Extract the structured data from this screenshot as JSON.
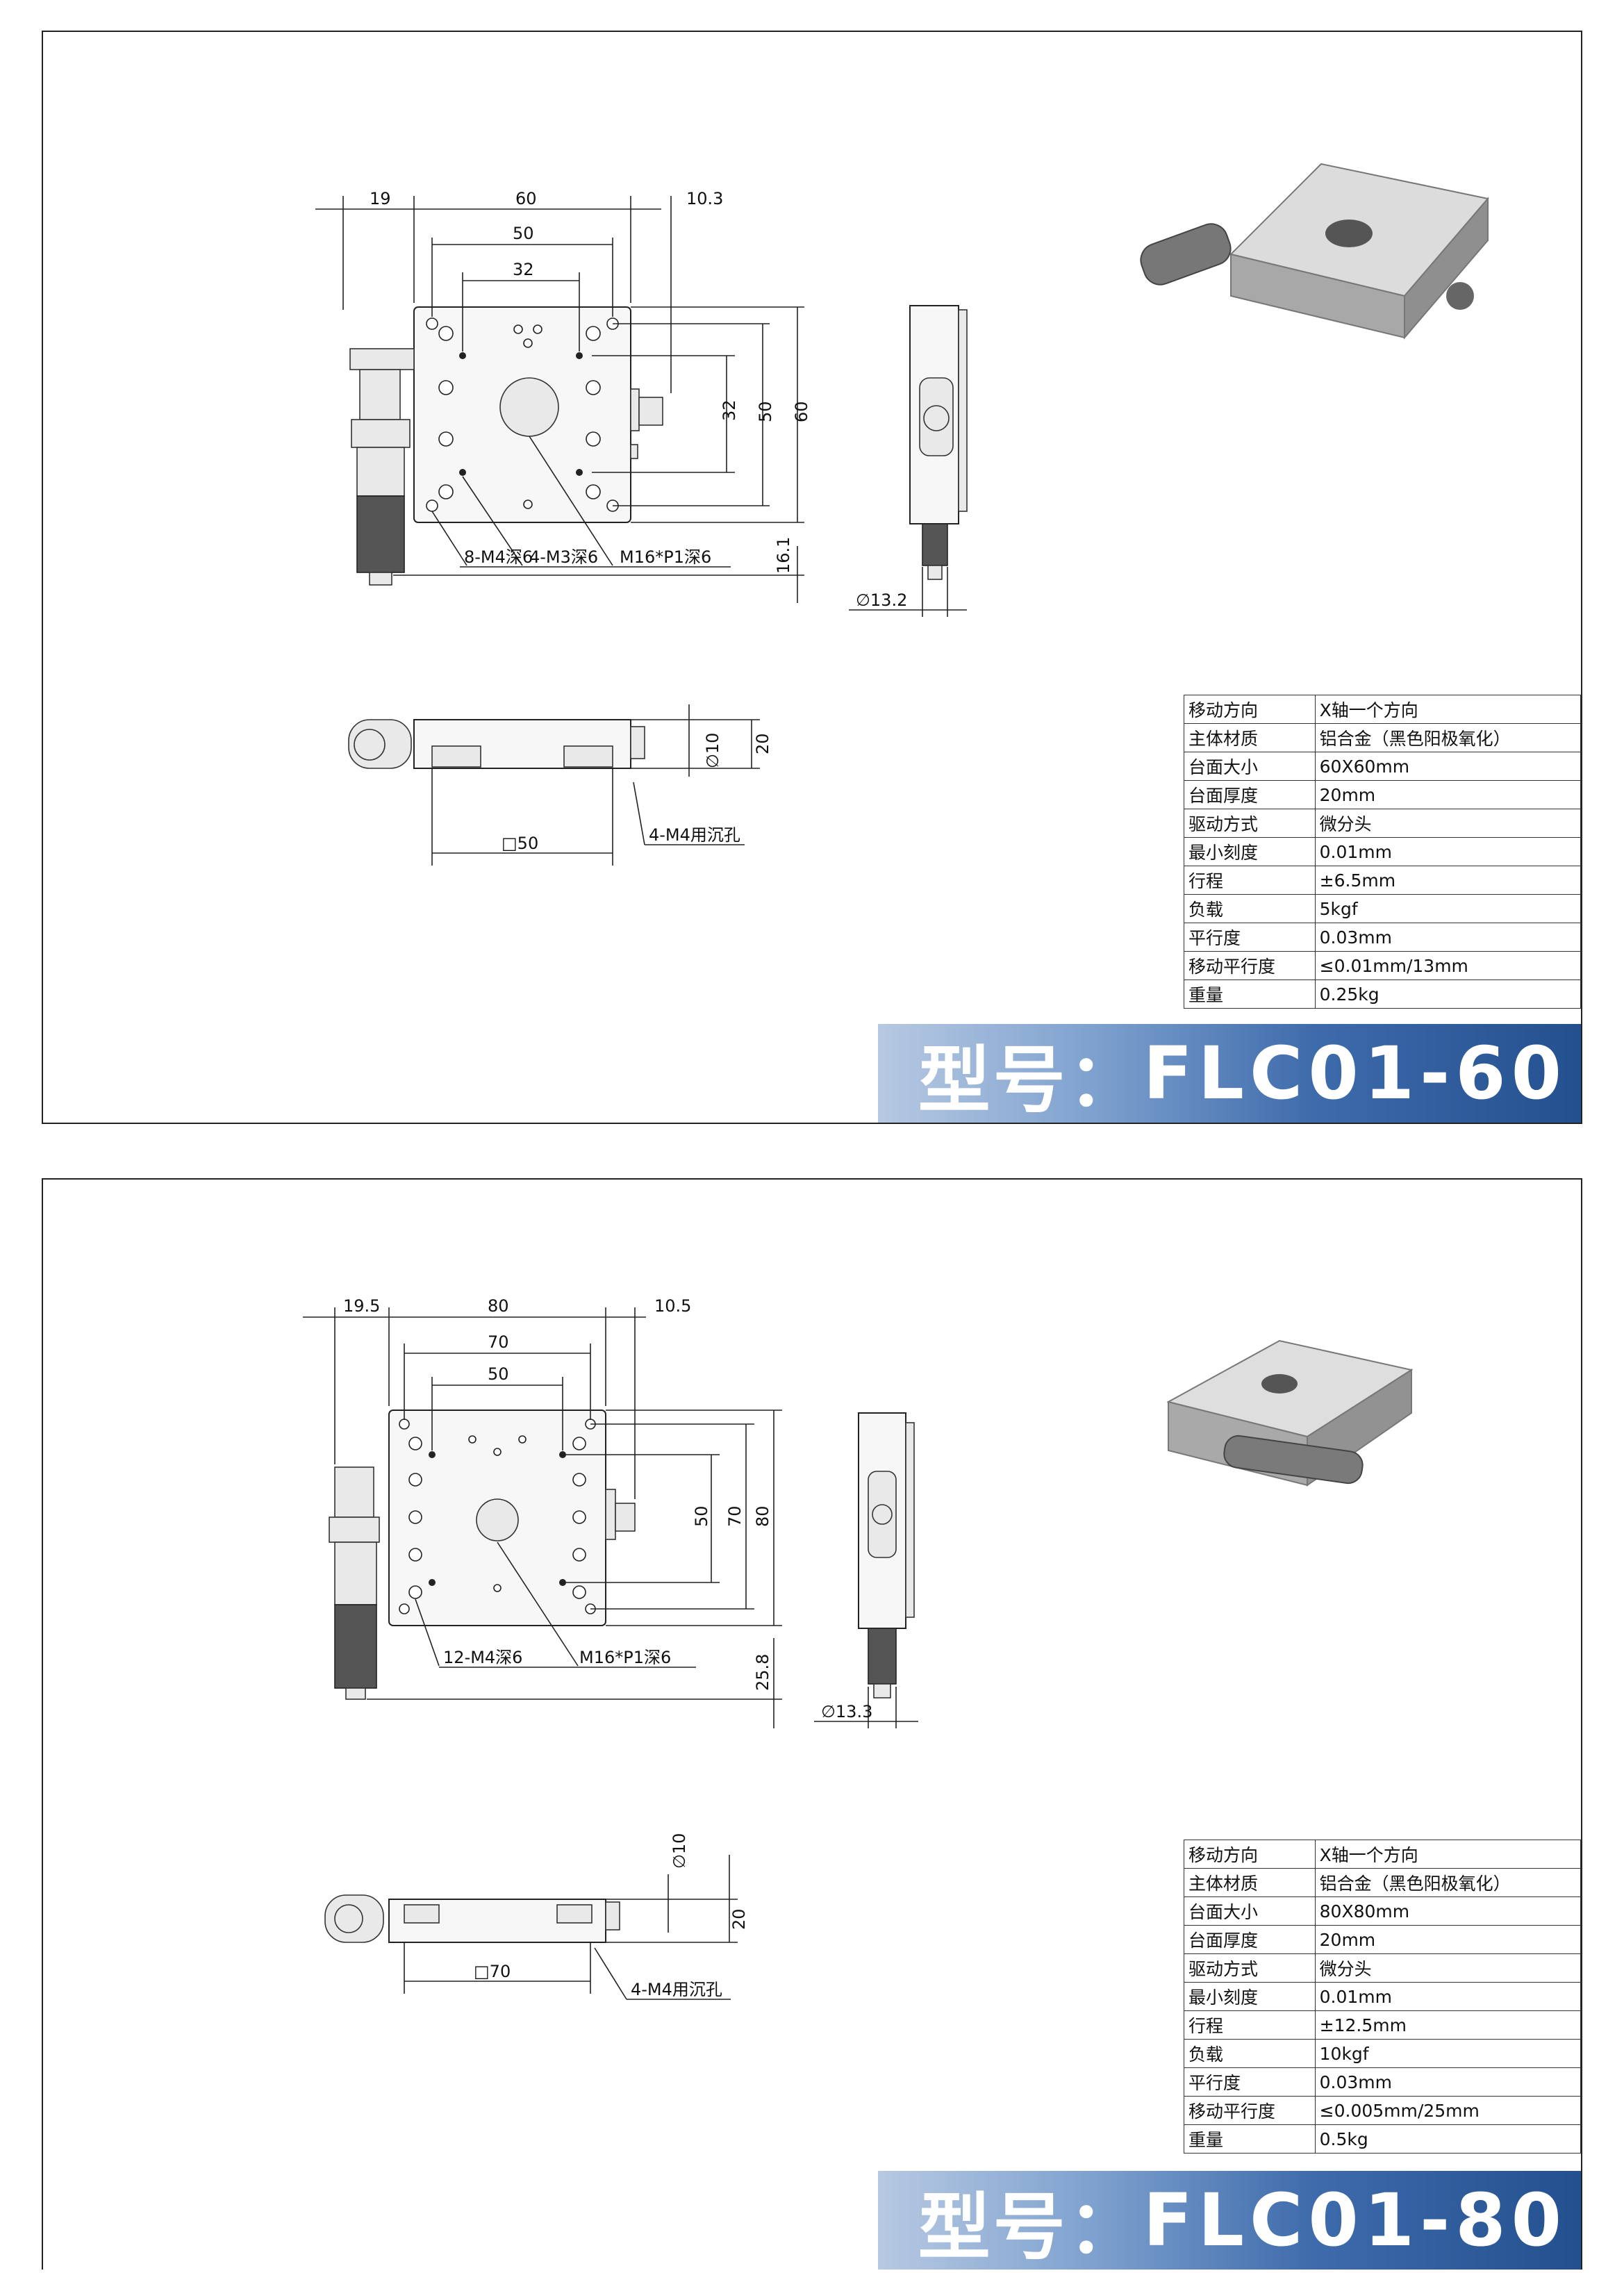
{
  "sheets": [
    {
      "model_label": "型号：",
      "model_code": "FLC01-60",
      "dims": {
        "left_offset": "19",
        "width": "60",
        "right_offset": "10.3",
        "hole_span_a": "50",
        "hole_span_b": "32",
        "side_32": "32",
        "side_50": "50",
        "side_60": "60",
        "side_bottom": "16.1",
        "knob_dia": "∅13.2",
        "shaft_dia": "∅10",
        "height": "20",
        "mount_square": "□50"
      },
      "callouts": [
        "8-M4深6",
        "4-M3深6",
        "M16*P1深6",
        "4-M4用沉孔"
      ],
      "specs": [
        {
          "key": "移动方向",
          "value": "X轴一个方向"
        },
        {
          "key": "主体材质",
          "value": "铝合金（黑色阳极氧化）"
        },
        {
          "key": "台面大小",
          "value": "60X60mm"
        },
        {
          "key": "台面厚度",
          "value": "20mm"
        },
        {
          "key": "驱动方式",
          "value": "微分头"
        },
        {
          "key": "最小刻度",
          "value": "0.01mm"
        },
        {
          "key": "行程",
          "value": "±6.5mm"
        },
        {
          "key": "负载",
          "value": "5kgf"
        },
        {
          "key": "平行度",
          "value": "0.03mm"
        },
        {
          "key": "移动平行度",
          "value": "≤0.01mm/13mm"
        },
        {
          "key": "重量",
          "value": "0.25kg"
        }
      ]
    },
    {
      "model_label": "型号：",
      "model_code": "FLC01-80",
      "dims": {
        "left_offset": "19.5",
        "width": "80",
        "right_offset": "10.5",
        "hole_span_a": "70",
        "hole_span_b": "50",
        "side_50": "50",
        "side_70": "70",
        "side_80": "80",
        "side_bottom": "25.8",
        "knob_dia": "∅13.3",
        "shaft_dia": "∅10",
        "height": "20",
        "mount_square": "□70"
      },
      "callouts": [
        "12-M4深6",
        "M16*P1深6",
        "4-M4用沉孔"
      ],
      "specs": [
        {
          "key": "移动方向",
          "value": "X轴一个方向"
        },
        {
          "key": "主体材质",
          "value": "铝合金（黑色阳极氧化）"
        },
        {
          "key": "台面大小",
          "value": "80X80mm"
        },
        {
          "key": "台面厚度",
          "value": "20mm"
        },
        {
          "key": "驱动方式",
          "value": "微分头"
        },
        {
          "key": "最小刻度",
          "value": "0.01mm"
        },
        {
          "key": "行程",
          "value": "±12.5mm"
        },
        {
          "key": "负载",
          "value": "10kgf"
        },
        {
          "key": "平行度",
          "value": "0.03mm"
        },
        {
          "key": "移动平行度",
          "value": "≤0.005mm/25mm"
        },
        {
          "key": "重量",
          "value": "0.5kg"
        }
      ]
    }
  ]
}
